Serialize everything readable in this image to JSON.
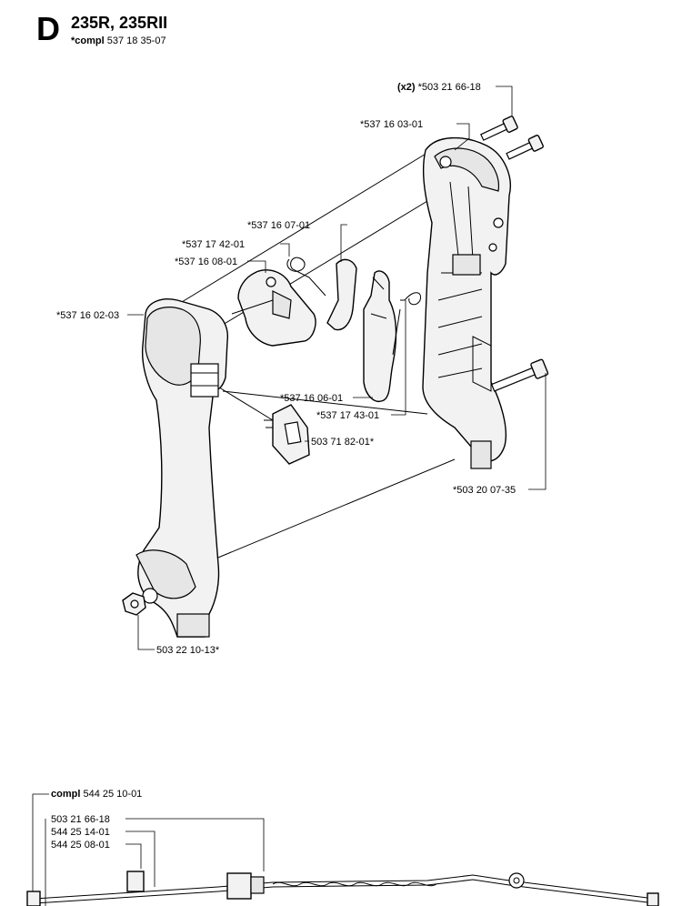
{
  "header": {
    "letter": "D",
    "model": "235R, 235RII",
    "compl_prefix": "*compl",
    "compl_number": "537 18 35-07"
  },
  "callouts": {
    "screws_qty": "(x2)",
    "screws": "*503 21 66-18",
    "right_handle_half": "*537 16 03-01",
    "throttle_lockout": "*537 16 07-01",
    "lockout_spring": "*537 17 42-01",
    "throttle_lever_assy": "*537 16 08-01",
    "left_handle_half": "*537 16 02-03",
    "throttle_trigger": "*537 16 06-01",
    "trigger_spring": "*537 17 43-01",
    "stop_switch": "503 71 82-01*",
    "long_screw": "*503 20 07-35",
    "nut": "503 22 10-13*"
  },
  "cable_section": {
    "compl_prefix": "compl",
    "compl_number": "544 25 10-01",
    "items": [
      "503 21 66-18",
      "544 25 14-01",
      "544 25 08-01"
    ]
  }
}
